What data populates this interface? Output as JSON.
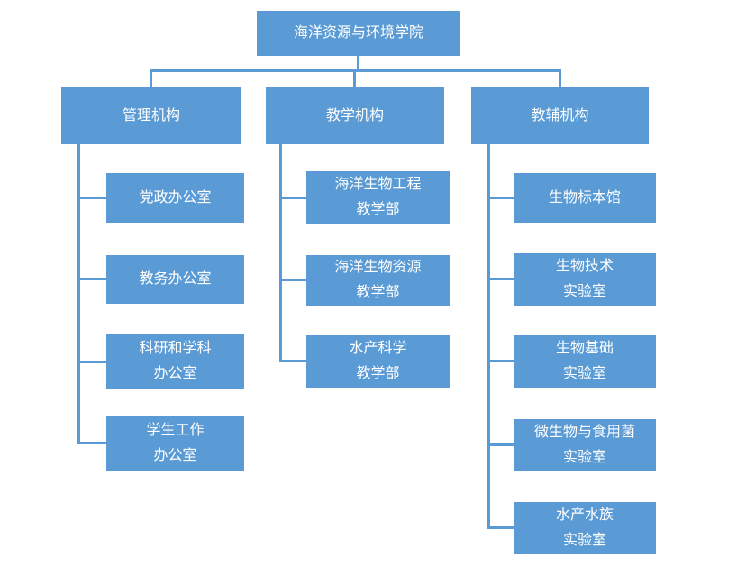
{
  "root": {
    "label": "海洋资源与环境学院"
  },
  "branches": [
    {
      "label": "管理机构",
      "children": [
        {
          "label": "党政办公室"
        },
        {
          "label": "教务办公室"
        },
        {
          "label": "科研和学科\n办公室"
        },
        {
          "label": "学生工作\n办公室"
        }
      ]
    },
    {
      "label": "教学机构",
      "children": [
        {
          "label": "海洋生物工程\n教学部"
        },
        {
          "label": "海洋生物资源\n教学部"
        },
        {
          "label": "水产科学\n教学部"
        }
      ]
    },
    {
      "label": "教辅机构",
      "children": [
        {
          "label": "生物标本馆"
        },
        {
          "label": "生物技术\n实验室"
        },
        {
          "label": "生物基础\n实验室"
        },
        {
          "label": "微生物与食用菌\n实验室"
        },
        {
          "label": "水产水族\n实验室"
        }
      ]
    }
  ],
  "colors": {
    "node_fill": "#5B9BD5",
    "connector": "#5B9BD5",
    "text": "#FFFFFF"
  }
}
